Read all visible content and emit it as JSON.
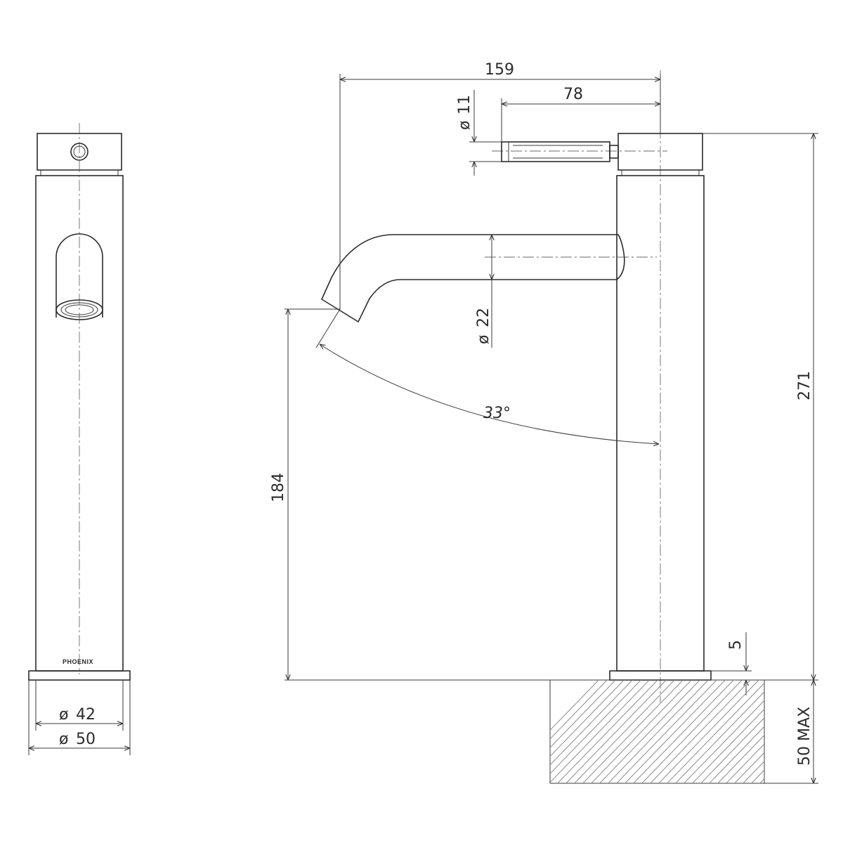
{
  "brand": "PHOENIX",
  "dimensions": {
    "base_inner_diameter": "42",
    "base_outer_diameter": "50",
    "overall_projection": "159",
    "handle_projection": "78",
    "handle_diameter": "11",
    "spout_diameter": "22",
    "spout_angle": "33°",
    "spout_height": "184",
    "overall_height": "271",
    "flange_thickness": "5",
    "max_bench_thickness": "50 MAX"
  },
  "symbols": {
    "diameter": "ø"
  }
}
